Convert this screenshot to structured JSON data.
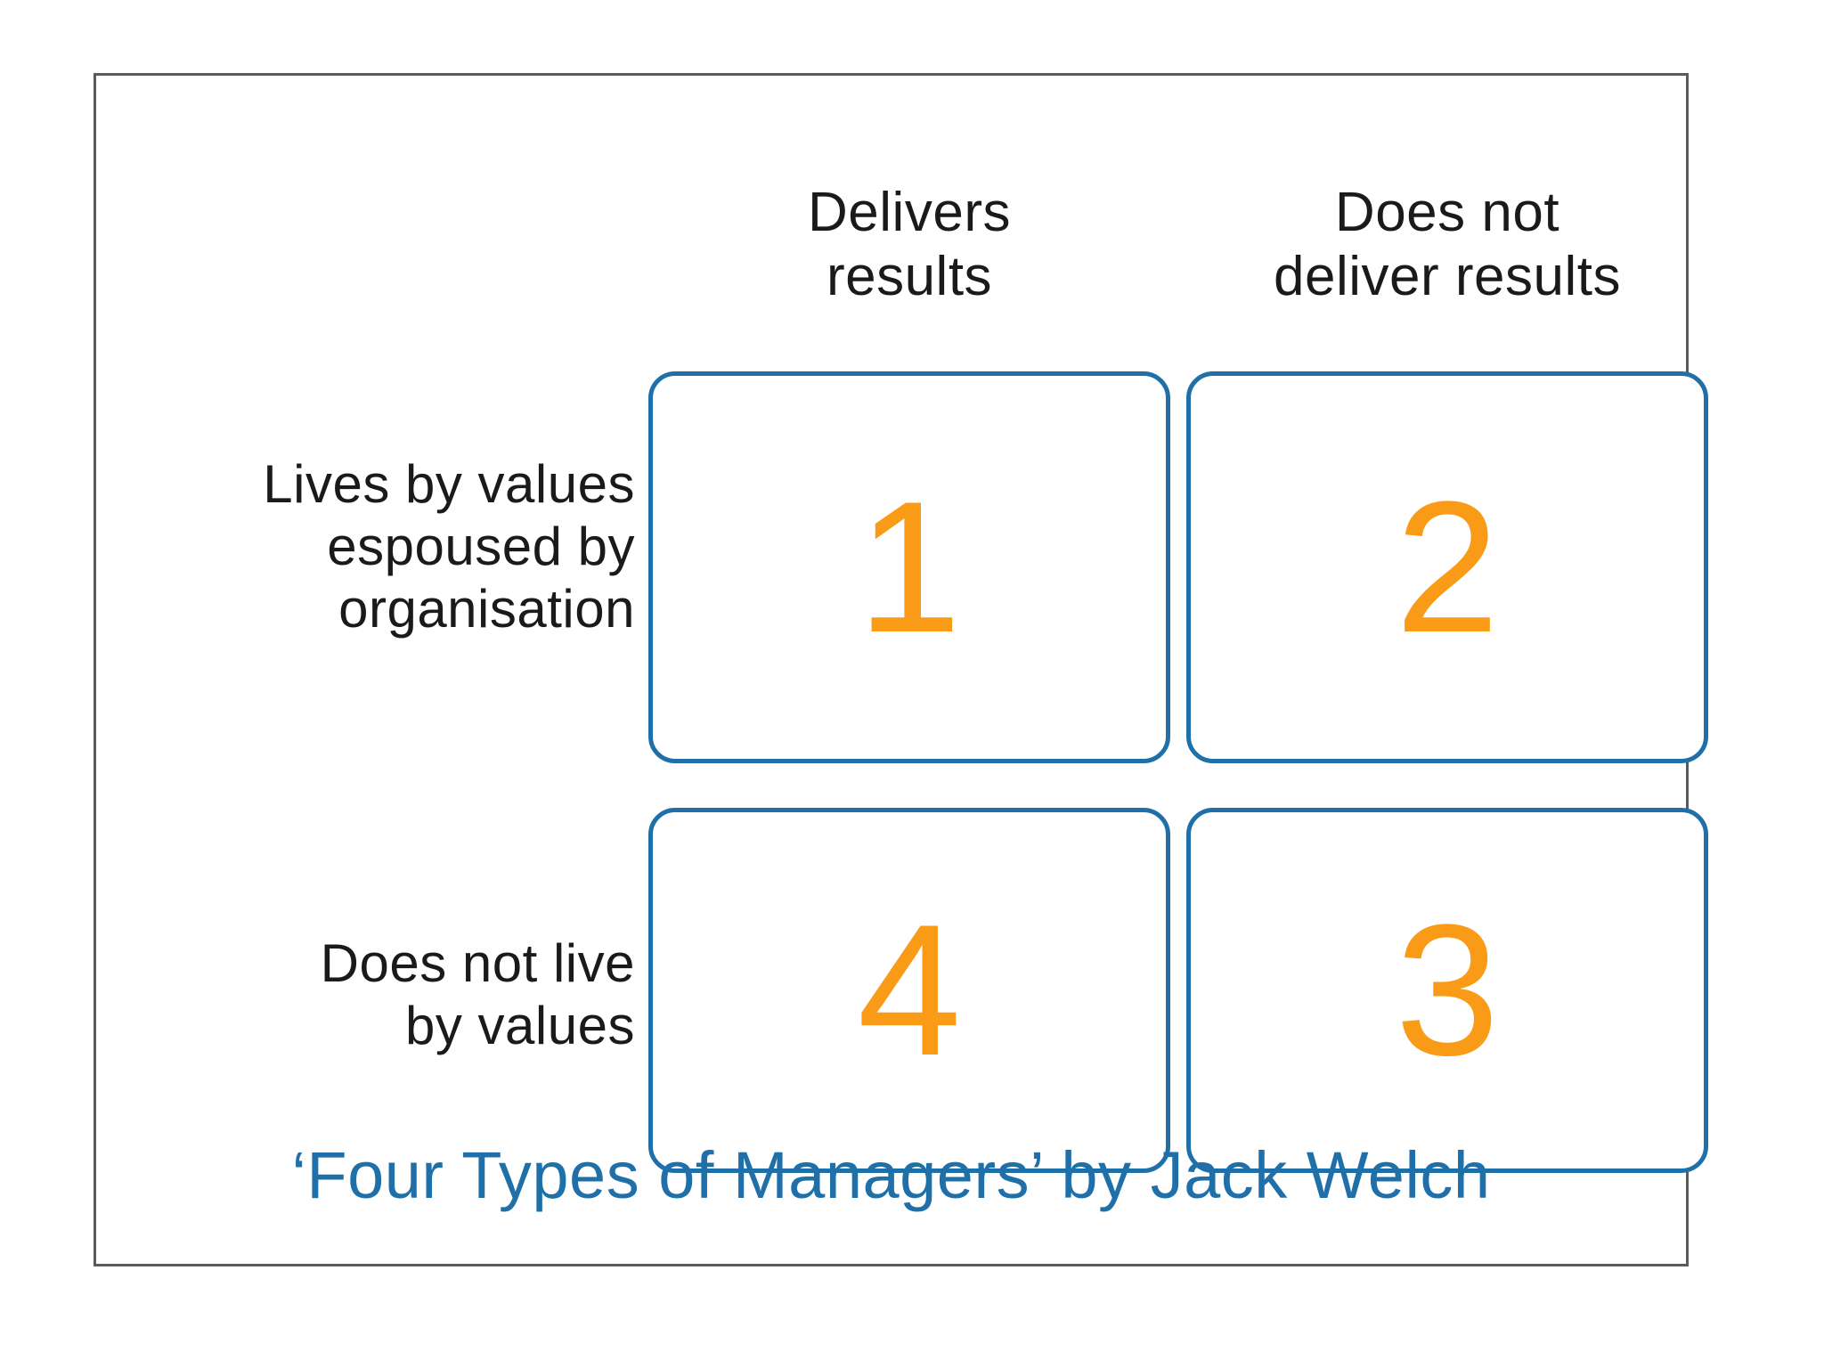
{
  "frame": {
    "border_color": "#5a5a5a",
    "background": "#ffffff"
  },
  "matrix": {
    "column_headers": [
      {
        "id": "delivers-results",
        "label": "Delivers\nresults"
      },
      {
        "id": "does-not-deliver-results",
        "label": "Does not\ndeliver results"
      }
    ],
    "row_labels": [
      {
        "id": "lives-by-values",
        "label": "Lives by values\nespoused by\norganisation"
      },
      {
        "id": "does-not-live-by-values",
        "label": "Does not live\nby values"
      }
    ],
    "quadrants": [
      {
        "id": "quadrant-1",
        "number": "1",
        "row": "lives-by-values",
        "column": "delivers-results"
      },
      {
        "id": "quadrant-2",
        "number": "2",
        "row": "lives-by-values",
        "column": "does-not-deliver-results"
      },
      {
        "id": "quadrant-4",
        "number": "4",
        "row": "does-not-live-by-values",
        "column": "delivers-results"
      },
      {
        "id": "quadrant-3",
        "number": "3",
        "row": "does-not-live-by-values",
        "column": "does-not-deliver-results"
      }
    ],
    "box_border_color": "#1f6fa8",
    "number_color": "#f99b16",
    "label_color": "#1a1a1a"
  },
  "caption": {
    "text": "‘Four Types of Managers’ by Jack Welch",
    "color": "#1f6fa8"
  }
}
